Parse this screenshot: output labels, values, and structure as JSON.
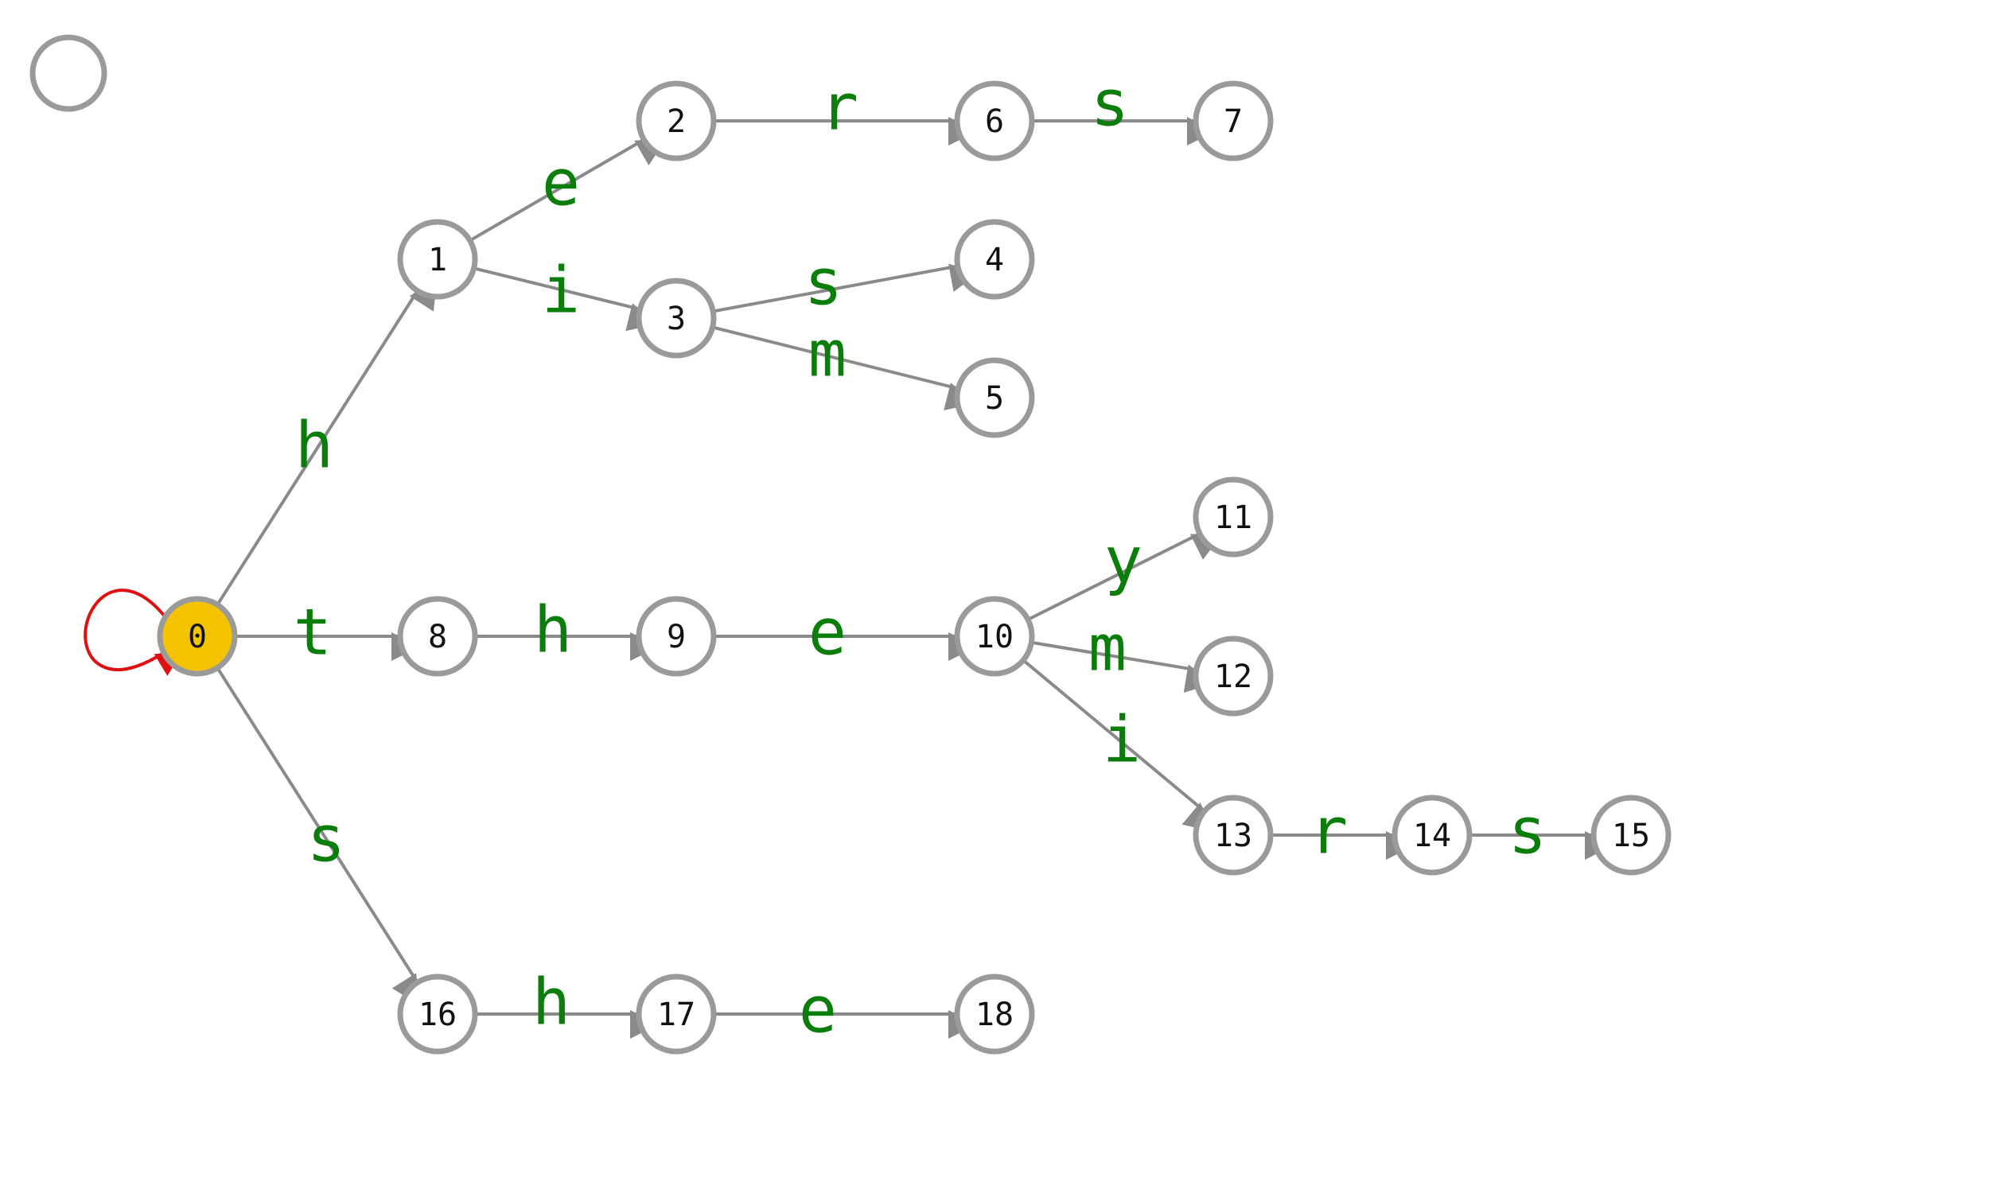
{
  "diagram": {
    "type": "trie-automaton",
    "active_node": "0",
    "colors": {
      "node_stroke": "#9a9a9a",
      "active_fill": "#f5c400",
      "edge": "#8a8a8a",
      "edge_label": "#0a7d0a",
      "self_loop": "#e01010"
    },
    "nodes": [
      {
        "id": "0"
      },
      {
        "id": "1"
      },
      {
        "id": "2"
      },
      {
        "id": "3"
      },
      {
        "id": "4"
      },
      {
        "id": "5"
      },
      {
        "id": "6"
      },
      {
        "id": "7"
      },
      {
        "id": "8"
      },
      {
        "id": "9"
      },
      {
        "id": "10"
      },
      {
        "id": "11"
      },
      {
        "id": "12"
      },
      {
        "id": "13"
      },
      {
        "id": "14"
      },
      {
        "id": "15"
      },
      {
        "id": "16"
      },
      {
        "id": "17"
      },
      {
        "id": "18"
      }
    ],
    "edges": [
      {
        "from": "0",
        "to": "1",
        "label": "h"
      },
      {
        "from": "1",
        "to": "2",
        "label": "e"
      },
      {
        "from": "2",
        "to": "6",
        "label": "r"
      },
      {
        "from": "6",
        "to": "7",
        "label": "s"
      },
      {
        "from": "1",
        "to": "3",
        "label": "i"
      },
      {
        "from": "3",
        "to": "4",
        "label": "s"
      },
      {
        "from": "3",
        "to": "5",
        "label": "m"
      },
      {
        "from": "0",
        "to": "8",
        "label": "t"
      },
      {
        "from": "8",
        "to": "9",
        "label": "h"
      },
      {
        "from": "9",
        "to": "10",
        "label": "e"
      },
      {
        "from": "10",
        "to": "11",
        "label": "y"
      },
      {
        "from": "10",
        "to": "12",
        "label": "m"
      },
      {
        "from": "10",
        "to": "13",
        "label": "i"
      },
      {
        "from": "13",
        "to": "14",
        "label": "r"
      },
      {
        "from": "14",
        "to": "15",
        "label": "s"
      },
      {
        "from": "0",
        "to": "16",
        "label": "s"
      },
      {
        "from": "16",
        "to": "17",
        "label": "h"
      },
      {
        "from": "17",
        "to": "18",
        "label": "e"
      }
    ],
    "self_loop": {
      "node": "0"
    }
  }
}
